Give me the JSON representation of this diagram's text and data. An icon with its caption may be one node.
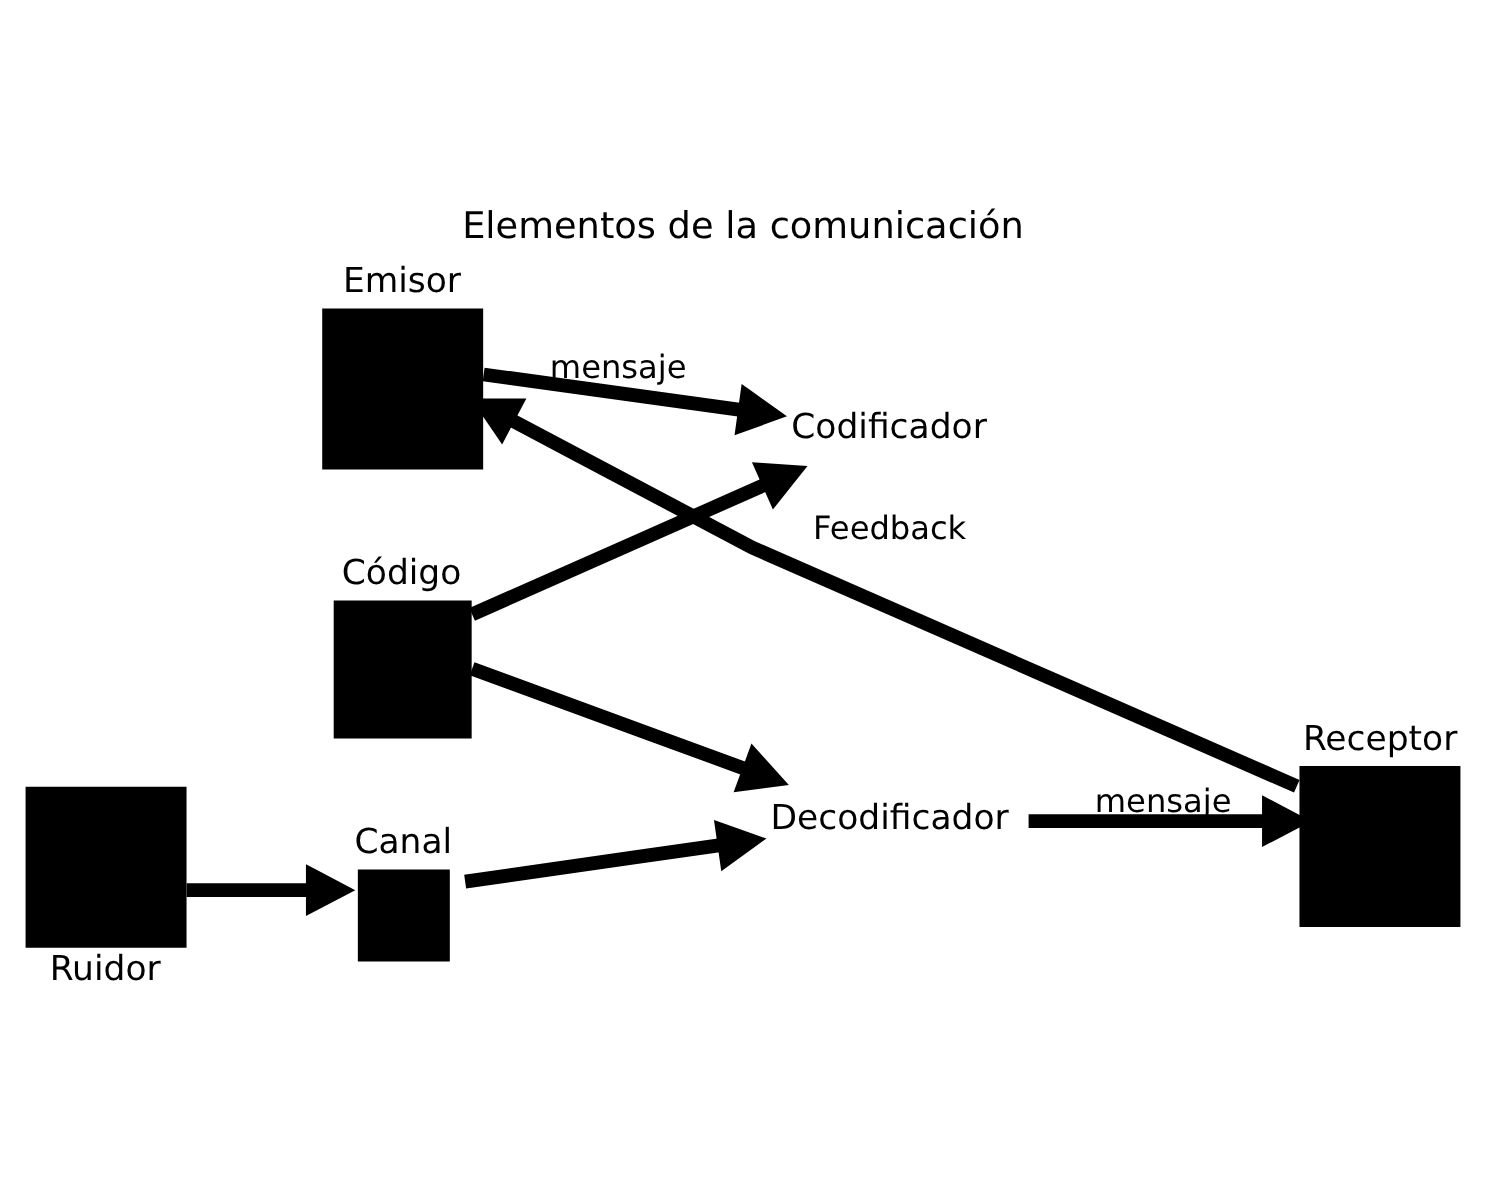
{
  "diagram": {
    "title": "Elementos de la comunicación",
    "nodes": [
      {
        "text": [
          "Emisor"
        ]
      },
      {
        "text": [
          "Codificador"
        ]
      },
      {
        "text": [
          "Código"
        ]
      },
      {
        "text": [
          "Canal"
        ]
      },
      {
        "text": [
          "Ruidor"
        ]
      },
      {
        "text": [
          "Decodificador"
        ]
      },
      {
        "text": [
          "Receptor"
        ]
      }
    ],
    "edges": [
      {
        "from": 0,
        "to": 1,
        "arrow": "to",
        "label": "mensaje"
      },
      {
        "from": 2,
        "to": 1,
        "arrow": "to"
      },
      {
        "from": 2,
        "to": 5,
        "arrow": "to"
      },
      {
        "from": 4,
        "to": 3,
        "arrow": "to"
      },
      {
        "from": 3,
        "to": 5,
        "arrow": "to"
      },
      {
        "from": 5,
        "to": 6,
        "arrow": "to",
        "label": "mensaje"
      },
      {
        "from": 6,
        "to": 0,
        "arrow": "to",
        "label": "Feedback"
      }
    ]
  }
}
